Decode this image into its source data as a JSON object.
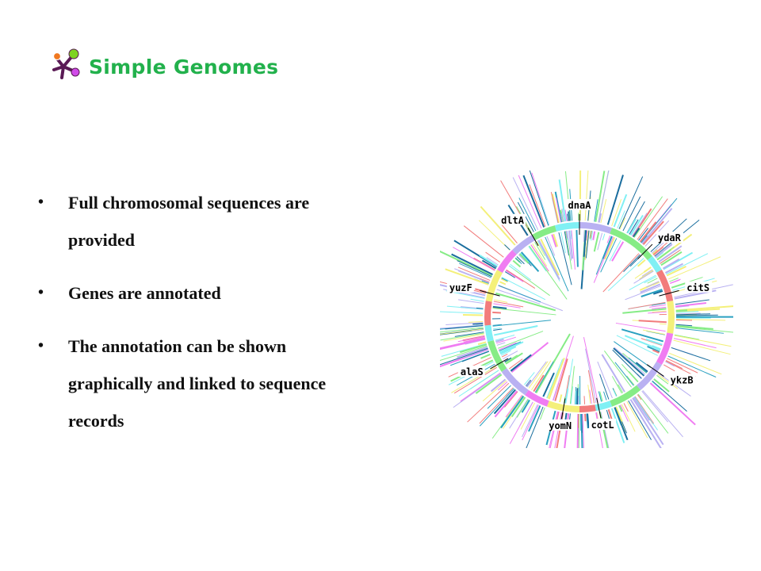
{
  "title": "Simple Genomes",
  "bullets": [
    {
      "lines": [
        "Full chromosomal sequences are",
        "provided"
      ]
    },
    {
      "lines": [
        "Genes are annotated"
      ]
    },
    {
      "lines": [
        "The annotation can be shown",
        "graphically and linked to sequence",
        "records"
      ]
    }
  ],
  "bullet_symbol": "•",
  "genome_map": {
    "genes": [
      "dnaA",
      "ydaR",
      "citS",
      "ykzB",
      "cotL",
      "yomN",
      "alaS",
      "yuzF",
      "dltA"
    ],
    "palette": [
      "#b9b1f2",
      "#86ec86",
      "#80f0f4",
      "#f27c7c",
      "#f4f07a",
      "#f07cf2",
      "#1a6e9e",
      "#2aa0c0"
    ]
  }
}
